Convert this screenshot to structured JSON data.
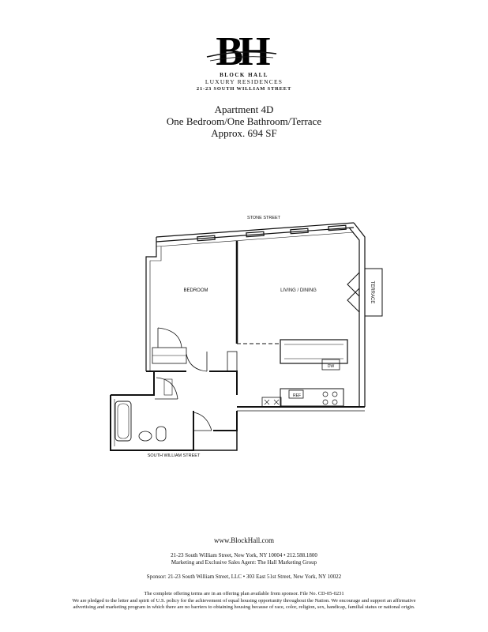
{
  "header": {
    "monogram": "BH",
    "brand_name": "BLOCK HALL",
    "tagline": "LUXURY RESIDENCES",
    "building_address": "21-23 SOUTH WILLIAM STREET"
  },
  "unit": {
    "apartment": "Apartment 4D",
    "layout": "One Bedroom/One Bathroom/Terrace",
    "area": "Approx. 694 SF"
  },
  "floorplan": {
    "street_top": "STONE STREET",
    "street_bottom": "SOUTH WILLIAM STREET",
    "room_bedroom": "BEDROOM",
    "room_living": "LIVING / DINING",
    "terrace": "TERRACE",
    "appliance_ref": "REF",
    "appliance_dw": "DW"
  },
  "footer": {
    "website": "www.BlockHall.com",
    "address_line": "21-23 South William Street, New York, NY 10004 • 212.588.1800",
    "marketing_line": "Marketing and Exclusive Sales Agent: The Hall Marketing Group",
    "sponsor_line": "Sponsor: 21-23 South William Street, LLC • 303 East 51st Street, New York, NY 10022",
    "disclaimer_1": "The complete offering terms are in an offering plan available from sponsor.   File No. CD-05-0231",
    "disclaimer_2": "We are pledged to the letter and spirit of U.S. policy for the achievement of equal housing opportunity throughout the Nation. We encourage and support an affirmative",
    "disclaimer_3": "advertising and marketing program in which there are no barriers to obtaining housing because of race, color, religion, sex, handicap, familial status or national origin."
  }
}
